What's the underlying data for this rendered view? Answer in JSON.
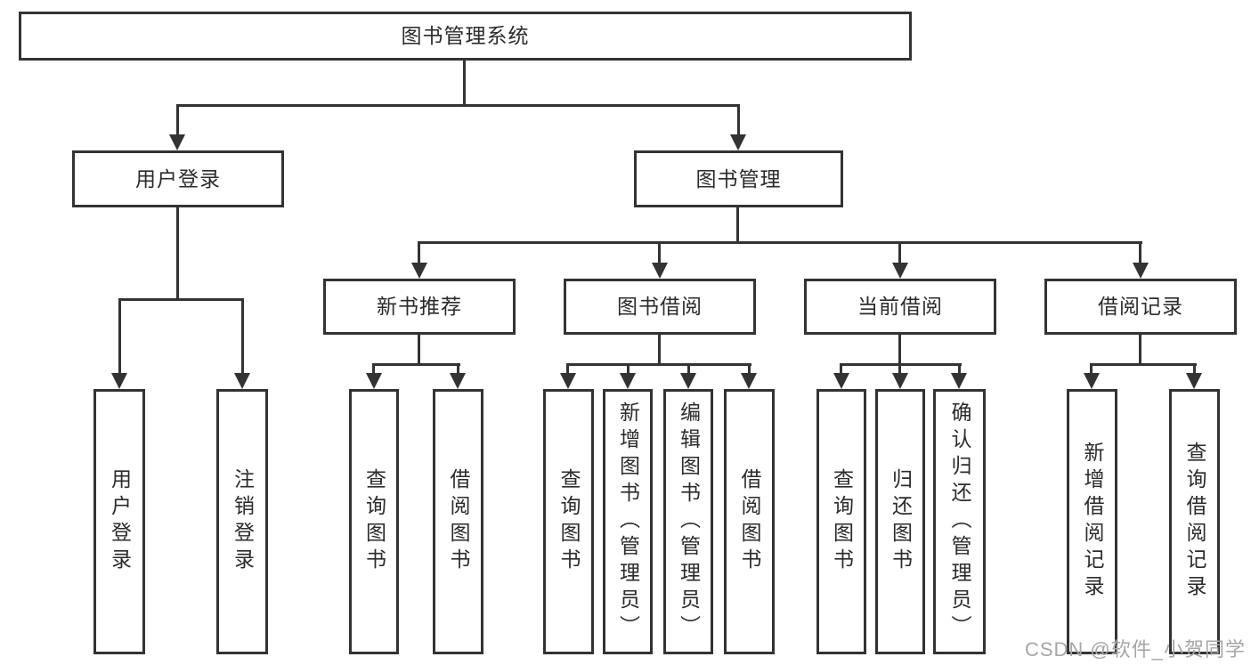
{
  "diagram": {
    "title": "图书管理系统",
    "root": {
      "label": "图书管理系统"
    },
    "level1": [
      {
        "label": "用户登录"
      },
      {
        "label": "图书管理"
      }
    ],
    "level2": [
      {
        "label": "新书推荐"
      },
      {
        "label": "图书借阅"
      },
      {
        "label": "当前借阅"
      },
      {
        "label": "借阅记录"
      }
    ],
    "leaves": {
      "user_login": [
        {
          "label": "用户登录"
        },
        {
          "label": "注销登录"
        }
      ],
      "new_book": [
        {
          "label": "查询图书"
        },
        {
          "label": "借阅图书"
        }
      ],
      "book_borrow": [
        {
          "label": "查询图书"
        },
        {
          "label": "新增图书（管理员）"
        },
        {
          "label": "编辑图书（管理员）"
        },
        {
          "label": "借阅图书"
        }
      ],
      "current_borrow": [
        {
          "label": "查询图书"
        },
        {
          "label": "归还图书"
        },
        {
          "label": "确认归还（管理员）"
        }
      ],
      "borrow_record": [
        {
          "label": "新增借阅记录"
        },
        {
          "label": "查询借阅记录"
        }
      ]
    },
    "watermark": "CSDN @软件_小贺同学",
    "colors": {
      "line": "#333333",
      "text": "#2b2b2b",
      "watermark": "#a6a6a6",
      "background": "#ffffff"
    }
  }
}
